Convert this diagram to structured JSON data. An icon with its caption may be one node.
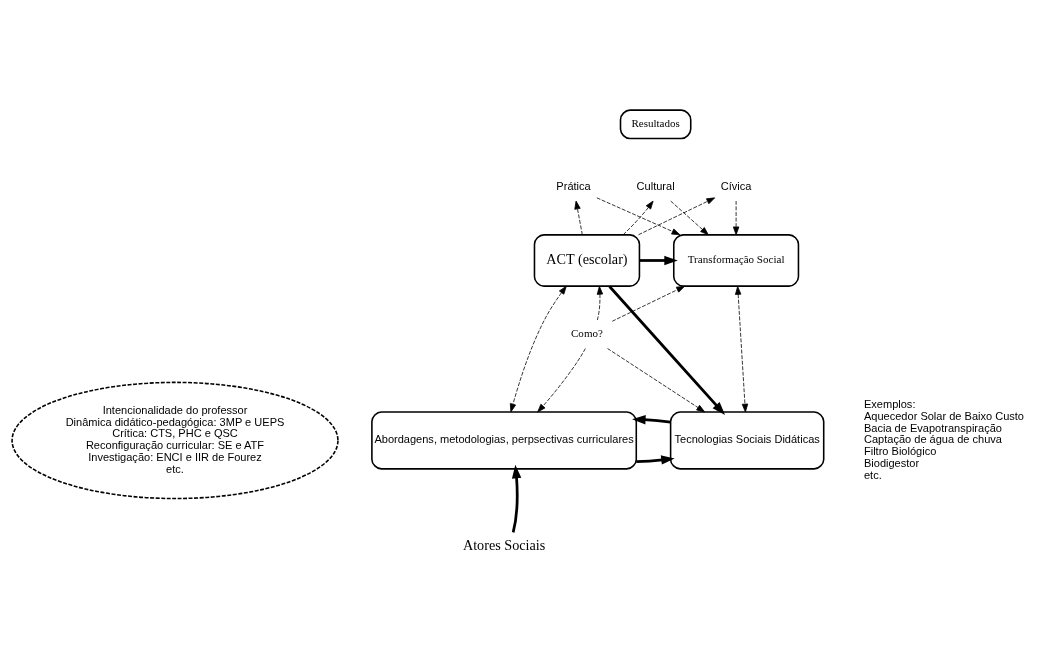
{
  "diagram": {
    "nodes": [
      {
        "text": [
          "Resultados"
        ]
      },
      {
        "text": [
          "Prática"
        ]
      },
      {
        "text": [
          "Cultural"
        ]
      },
      {
        "text": [
          "Cívica"
        ]
      },
      {
        "text": [
          "ACT (escolar)"
        ]
      },
      {
        "text": [
          "Transformação Social"
        ]
      },
      {
        "text": [
          "Intencionalidade do professor",
          "Dinâmica didático-pedagógica: 3MP e UEPS",
          "Crítica: CTS, PHC e QSC",
          "Reconfiguração curricular: SE e ATF",
          "Investigação: ENCI e IIR de Fourez",
          "etc."
        ]
      },
      {
        "text": [
          "Abordagens, metodologias, perpsectivas curriculares"
        ]
      },
      {
        "text": [
          "Como?"
        ]
      },
      {
        "text": [
          "Tecnologias Sociais Didáticas"
        ]
      },
      {
        "text": [
          "Atores Sociais"
        ]
      }
    ],
    "edges": [
      {
        "from": 4,
        "to": 1,
        "arrow": "to",
        "style": "dashed"
      },
      {
        "from": 4,
        "to": 2,
        "arrow": "to",
        "style": "dashed"
      },
      {
        "from": 4,
        "to": 3,
        "arrow": "to",
        "style": "dashed"
      },
      {
        "from": 1,
        "to": 5,
        "arrow": "to",
        "style": "dashed"
      },
      {
        "from": 2,
        "to": 5,
        "arrow": "to",
        "style": "dashed"
      },
      {
        "from": 3,
        "to": 5,
        "arrow": "to",
        "style": "dashed"
      },
      {
        "from": 4,
        "to": 5,
        "arrow": "to",
        "style": "thick"
      },
      {
        "from": 4,
        "to": 9,
        "arrow": "to",
        "style": "thick"
      },
      {
        "from": 8,
        "to": 4,
        "arrow": "to",
        "style": "dashed"
      },
      {
        "from": 8,
        "to": 5,
        "arrow": "to",
        "style": "dashed"
      },
      {
        "from": 8,
        "to": 7,
        "arrow": "to",
        "style": "dashed"
      },
      {
        "from": 8,
        "to": 9,
        "arrow": "to",
        "style": "dashed"
      },
      {
        "from": 4,
        "to": 7,
        "arrow": "both",
        "style": "dashed"
      },
      {
        "from": 5,
        "to": 9,
        "arrow": "both",
        "style": "dashed"
      },
      {
        "from": 7,
        "to": 9,
        "arrow": "to",
        "style": "thick"
      },
      {
        "from": 9,
        "to": 7,
        "arrow": "to",
        "style": "thick"
      },
      {
        "from": 10,
        "to": 7,
        "arrow": "to",
        "style": "thick"
      }
    ],
    "labels": [
      "Exemplos:",
      "Aquecedor Solar de Baixo Custo",
      "Bacia de Evapotranspiração",
      "Captação de água de chuva",
      "Filtro Biológico",
      "Biodigestor",
      "etc."
    ]
  }
}
